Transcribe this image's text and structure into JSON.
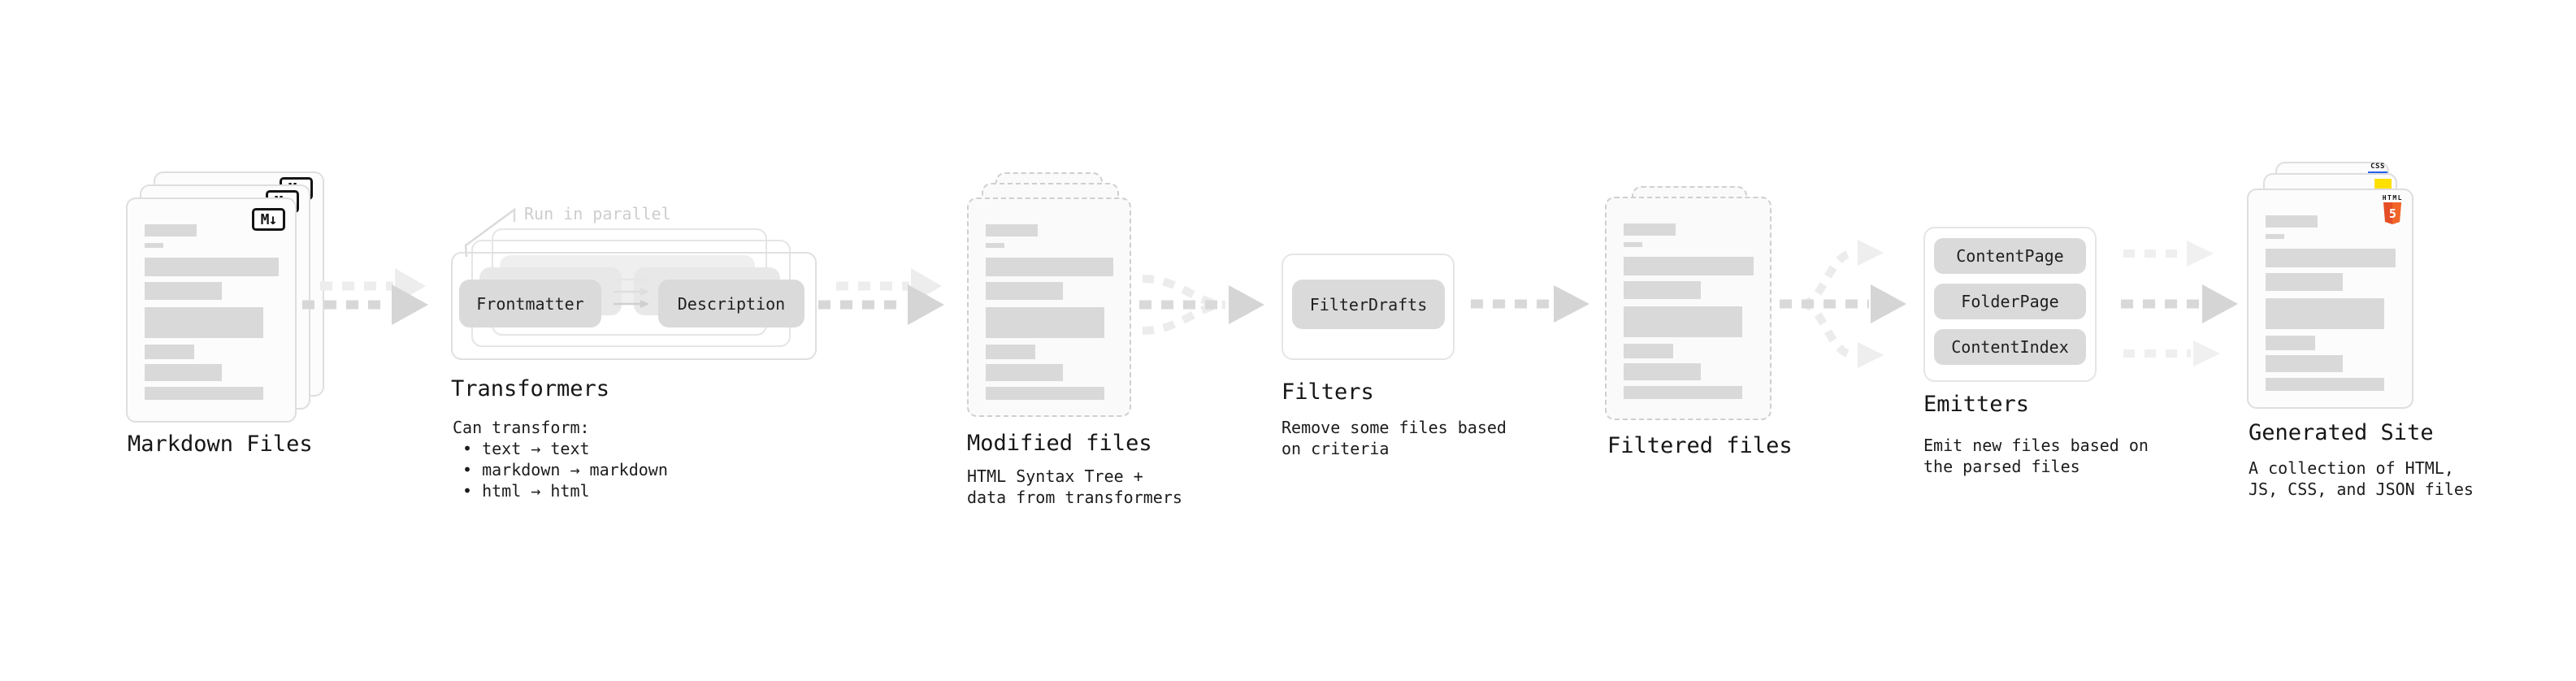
{
  "diagram": {
    "stages": {
      "markdown": {
        "label": "Markdown Files",
        "badge": "M↓"
      },
      "transformers": {
        "title": "Transformers",
        "note": "Run in parallel",
        "pill_left": "Frontmatter",
        "pill_right": "Description",
        "desc_heading": "Can transform:",
        "bullets": [
          "• text → text",
          "• markdown → markdown",
          "• html → html"
        ]
      },
      "modified": {
        "label": "Modified files",
        "desc_line1": "HTML Syntax Tree +",
        "desc_line2": "data from transformers"
      },
      "filters": {
        "title": "Filters",
        "pill": "FilterDrafts",
        "desc_line1": "Remove some files based",
        "desc_line2": "on criteria"
      },
      "filtered": {
        "label": "Filtered files"
      },
      "emitters": {
        "title": "Emitters",
        "pills": [
          "ContentPage",
          "FolderPage",
          "ContentIndex"
        ],
        "desc_line1": "Emit new files based on",
        "desc_line2": "the parsed files"
      },
      "generated": {
        "label": "Generated Site",
        "desc_line1": "A collection of HTML,",
        "desc_line2": "JS, CSS, and JSON files",
        "badge_css": "CSS",
        "badge_html_label": "HTML",
        "badge_html_number": "5"
      }
    },
    "colors": {
      "arrow_dark": "#d5d5d5",
      "arrow_light": "#ededed",
      "pill_bg": "#dadada",
      "skeleton_bar": "#d9d9d9",
      "html5_orange": "#e44d26",
      "html5_orange_light": "#f16529",
      "js_yellow": "#ffe000",
      "css_blue": "#2563eb",
      "note_gray": "#cdcdcd"
    }
  }
}
